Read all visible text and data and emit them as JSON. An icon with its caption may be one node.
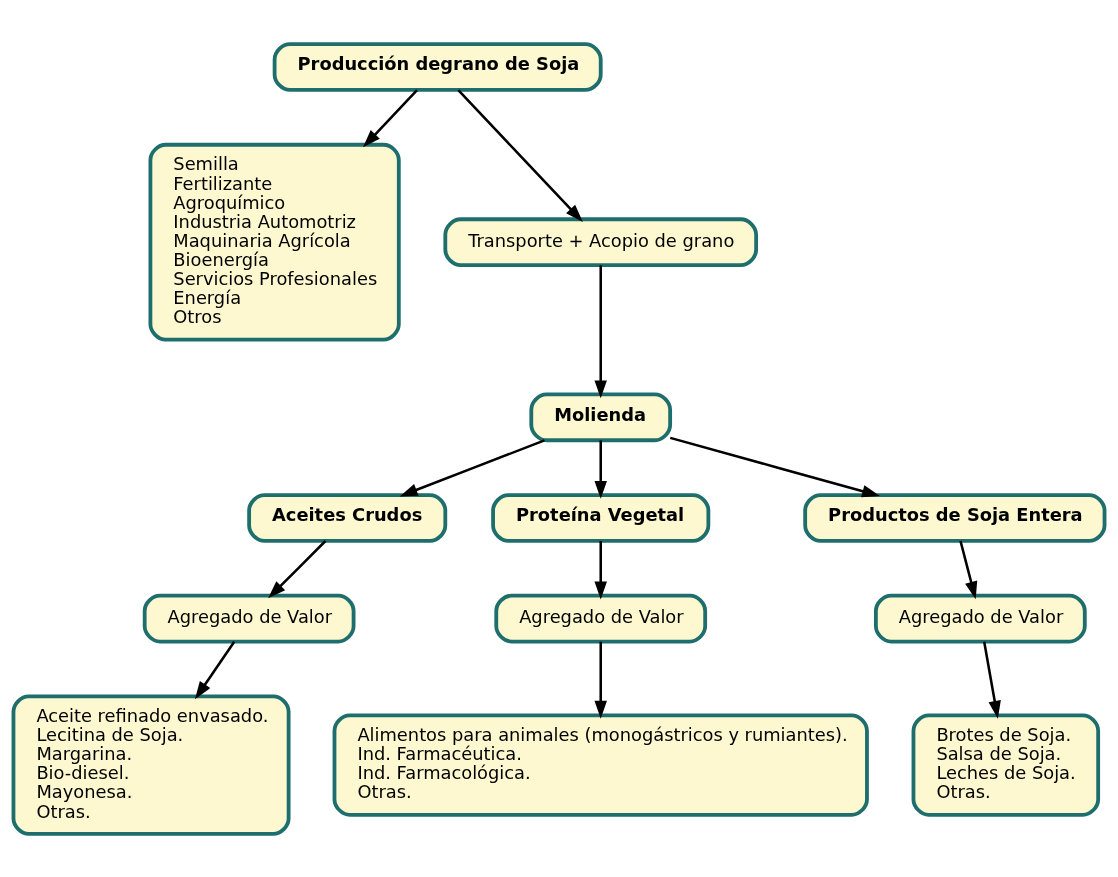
{
  "diagram": {
    "nodes": [
      {
        "text": [
          "Producción degrano de Soja"
        ]
      },
      {
        "text": [
          "Semilla",
          "Fertilizante",
          "Agroquímico",
          "Industria Automotriz",
          "Maquinaria Agrícola",
          "Bioenergía",
          "Servicios Profesionales",
          "Energía",
          "Otros"
        ]
      },
      {
        "text": [
          "Transporte + Acopio de grano"
        ]
      },
      {
        "text": [
          "Molienda"
        ]
      },
      {
        "text": [
          "Aceites Crudos"
        ]
      },
      {
        "text": [
          "Proteína Vegetal"
        ]
      },
      {
        "text": [
          "Productos de Soja Entera"
        ]
      },
      {
        "text": [
          "Agregado de Valor"
        ]
      },
      {
        "text": [
          "Agregado de Valor"
        ]
      },
      {
        "text": [
          "Agregado de Valor"
        ]
      },
      {
        "text": [
          "Aceite refinado envasado.",
          "Lecitina de Soja.",
          "Margarina.",
          "Bio-diesel.",
          "Mayonesa.",
          "Otras."
        ]
      },
      {
        "text": [
          "Alimentos para animales (monogástricos y rumiantes).",
          "Ind. Farmacéutica.",
          "Ind. Farmacológica.",
          "Otras."
        ]
      },
      {
        "text": [
          "Brotes de Soja.",
          "Salsa de Soja.",
          "Leches de Soja.",
          "Otras."
        ]
      }
    ],
    "edges": [
      {
        "from": 0,
        "to": 2,
        "arrow": "to"
      },
      {
        "from": 0,
        "to": 1,
        "arrow": "to"
      },
      {
        "from": 2,
        "to": 3,
        "arrow": "to"
      },
      {
        "from": 3,
        "to": 4,
        "arrow": "to"
      },
      {
        "from": 3,
        "to": 5,
        "arrow": "to"
      },
      {
        "from": 3,
        "to": 6,
        "arrow": "to"
      },
      {
        "from": 4,
        "to": 7,
        "arrow": "to"
      },
      {
        "from": 5,
        "to": 8,
        "arrow": "to"
      },
      {
        "from": 6,
        "to": 9,
        "arrow": "to"
      },
      {
        "from": 7,
        "to": 10,
        "arrow": "to"
      },
      {
        "from": 8,
        "to": 11,
        "arrow": "to"
      },
      {
        "from": 9,
        "to": 12,
        "arrow": "to"
      }
    ]
  }
}
